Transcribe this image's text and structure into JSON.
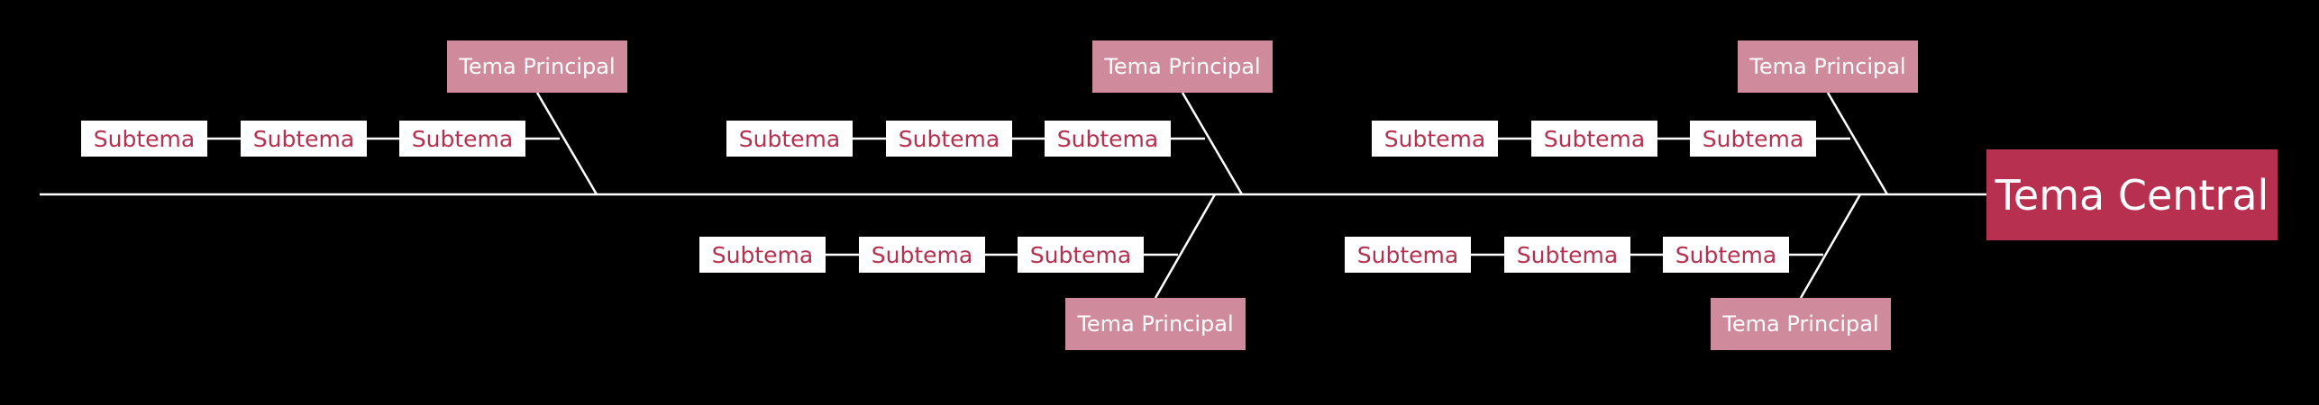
{
  "central": {
    "label": "Tema Central"
  },
  "branches": [
    {
      "principal": "Tema Principal",
      "subtopics": [
        "Subtema",
        "Subtema",
        "Subtema"
      ]
    },
    {
      "principal": "Tema Principal",
      "subtopics": [
        "Subtema",
        "Subtema",
        "Subtema"
      ]
    },
    {
      "principal": "Tema Principal",
      "subtopics": [
        "Subtema",
        "Subtema",
        "Subtema"
      ]
    },
    {
      "principal": "Tema Principal",
      "subtopics": [
        "Subtema",
        "Subtema",
        "Subtema"
      ]
    },
    {
      "principal": "Tema Principal",
      "subtopics": [
        "Subtema",
        "Subtema",
        "Subtema"
      ]
    }
  ],
  "colors": {
    "background": "#000000",
    "central_fill": "#B8304F",
    "principal_fill": "#CF8A9B",
    "subtopic_fill": "#FFFFFF",
    "subtopic_text": "#B8304F",
    "line": "#FFFFFF"
  }
}
